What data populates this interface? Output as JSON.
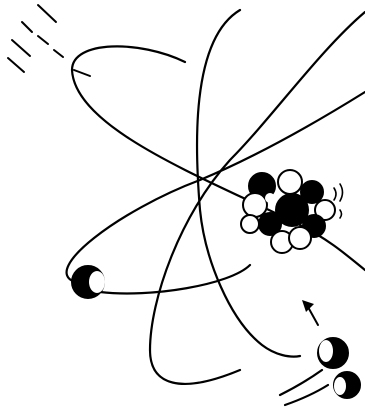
{
  "illustration": {
    "kind": "atom-line-drawing",
    "ink_color": "#000000",
    "paper_color": "#ffffff",
    "elements": {
      "orbits": 3,
      "nucleus": "cluster-of-black-and-white-spheres",
      "electron_left": "black-and-white-sphere",
      "electron_bottom_right": "stacked-black-and-white-spheres",
      "motion_marks": [
        "top-left-speed-lines",
        "nucleus-vibration-marks",
        "bottom-right-arrow"
      ]
    }
  }
}
